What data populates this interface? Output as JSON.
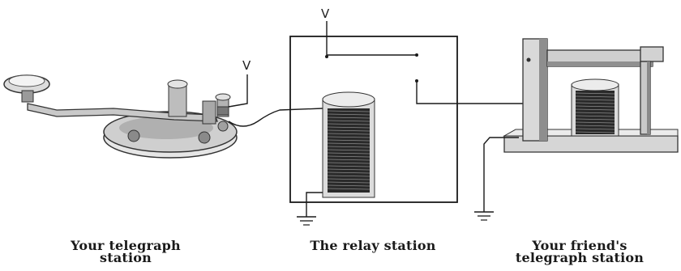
{
  "diagram": {
    "voltage_label_key": "V",
    "voltage_label_relay": "V",
    "captions": {
      "left": [
        "Your telegraph",
        "station"
      ],
      "middle": [
        "The relay station"
      ],
      "right": [
        "Your friend's",
        "telegraph station"
      ]
    },
    "colors": {
      "ink": "#1a1a1a",
      "wood_light": "#d8d8d8",
      "wood_dark": "#7a7a7a",
      "coil": "#2a2a2a",
      "metal": "#b5b5b5"
    },
    "icons": [
      "telegraph-key-icon",
      "relay-coil-icon",
      "sounder-icon",
      "ground-symbol-icon"
    ]
  }
}
